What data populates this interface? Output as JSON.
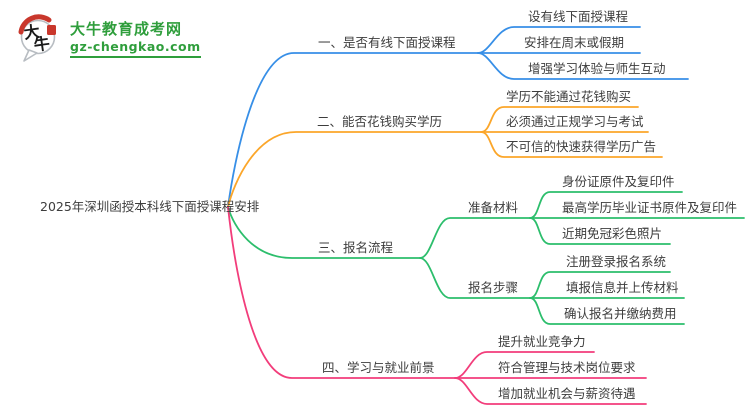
{
  "theme": {
    "brand_green": "#2F9E3C",
    "brand_red": "#C9372C",
    "text_dark": "#3D3D3D",
    "background": "#FFFFFF"
  },
  "logo": {
    "title": "大牛教育成考网",
    "domain": "gz-chengkao.com",
    "mark_char1": "大",
    "mark_char2": "牛"
  },
  "root": {
    "label": "2025年深圳函授本科线下面授课程安排"
  },
  "branches": [
    {
      "label": "一、是否有线下面授课程",
      "color": "#378FE7",
      "children": [
        "设有线下面授课程",
        "安排在周末或假期",
        "增强学习体验与师生互动"
      ]
    },
    {
      "label": "二、能否花钱购买学历",
      "color": "#FBA62A",
      "children": [
        "学历不能通过花钱购买",
        "必须通过正规学习与考试",
        "不可信的快速获得学历广告"
      ]
    },
    {
      "label": "三、报名流程",
      "color": "#2CBE6C",
      "subnodes": [
        {
          "label": "准备材料",
          "children": [
            "身份证原件及复印件",
            "最高学历毕业证书原件及复印件",
            "近期免冠彩色照片"
          ]
        },
        {
          "label": "报名步骤",
          "children": [
            "注册登录报名系统",
            "填报信息并上传材料",
            "确认报名并缴纳费用"
          ]
        }
      ]
    },
    {
      "label": "四、学习与就业前景",
      "color": "#F23D7B",
      "children": [
        "提升就业竞争力",
        "符合管理与技术岗位要求",
        "增加就业机会与薪资待遇"
      ]
    }
  ]
}
